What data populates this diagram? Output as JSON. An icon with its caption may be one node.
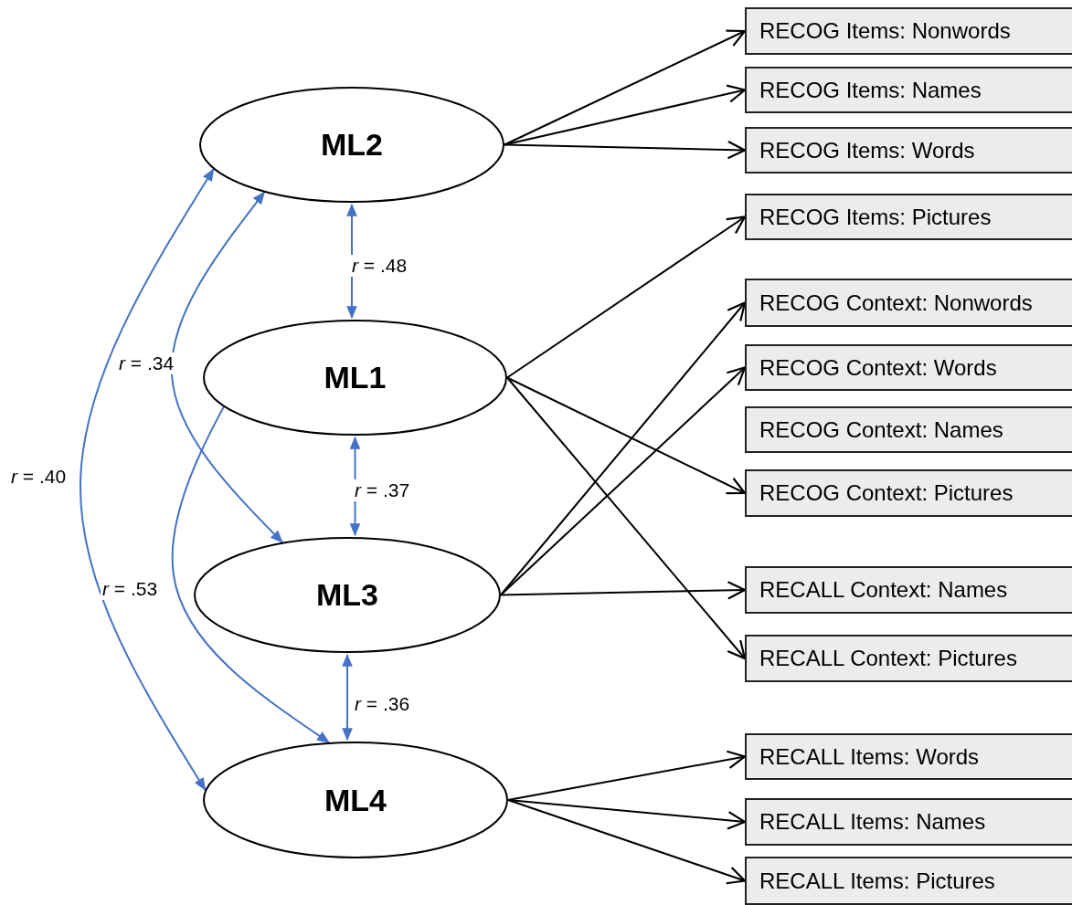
{
  "diagram": {
    "nodes": [
      {
        "text": [
          "ML2"
        ]
      },
      {
        "text": [
          "ML1"
        ]
      },
      {
        "text": [
          "ML3"
        ]
      },
      {
        "text": [
          "ML4"
        ]
      },
      {
        "text": [
          "RECOG Items: Nonwords"
        ]
      },
      {
        "text": [
          "RECOG Items: Names"
        ]
      },
      {
        "text": [
          "RECOG Items: Words"
        ]
      },
      {
        "text": [
          "RECOG Items: Pictures"
        ]
      },
      {
        "text": [
          "RECOG Context: Nonwords"
        ]
      },
      {
        "text": [
          "RECOG Context: Words"
        ]
      },
      {
        "text": [
          "RECOG Context: Names"
        ]
      },
      {
        "text": [
          "RECOG Context: Pictures"
        ]
      },
      {
        "text": [
          "RECALL Context: Names"
        ]
      },
      {
        "text": [
          "RECALL Context: Pictures"
        ]
      },
      {
        "text": [
          "RECALL Items: Words"
        ]
      },
      {
        "text": [
          "RECALL Items: Names"
        ]
      },
      {
        "text": [
          "RECALL Items: Pictures"
        ]
      }
    ],
    "edges": [
      {
        "from": 0,
        "to": 4,
        "arrow": "to"
      },
      {
        "from": 0,
        "to": 5,
        "arrow": "to"
      },
      {
        "from": 0,
        "to": 6,
        "arrow": "to"
      },
      {
        "from": 1,
        "to": 7,
        "arrow": "to"
      },
      {
        "from": 1,
        "to": 11,
        "arrow": "to"
      },
      {
        "from": 1,
        "to": 13,
        "arrow": "to"
      },
      {
        "from": 2,
        "to": 8,
        "arrow": "to"
      },
      {
        "from": 2,
        "to": 9,
        "arrow": "to"
      },
      {
        "from": 2,
        "to": 12,
        "arrow": "to"
      },
      {
        "from": 3,
        "to": 14,
        "arrow": "to"
      },
      {
        "from": 3,
        "to": 15,
        "arrow": "to"
      },
      {
        "from": 3,
        "to": 16,
        "arrow": "to"
      },
      {
        "from": 0,
        "to": 1,
        "arrow": "both",
        "label": "*r* = .48",
        "color": "#4472c4"
      },
      {
        "from": 0,
        "to": 2,
        "arrow": "both",
        "label": "*r* = .34",
        "color": "#4472c4"
      },
      {
        "from": 0,
        "to": 3,
        "arrow": "both",
        "label": "*r* = .40",
        "color": "#4472c4"
      },
      {
        "from": 1,
        "to": 2,
        "arrow": "both",
        "label": "*r* = .37",
        "color": "#4472c4"
      },
      {
        "from": 1,
        "to": 3,
        "arrow": "both",
        "label": "*r* = .53",
        "color": "#4472c4"
      },
      {
        "from": 2,
        "to": 3,
        "arrow": "both",
        "label": "*r* = .36",
        "color": "#4472c4"
      }
    ]
  }
}
